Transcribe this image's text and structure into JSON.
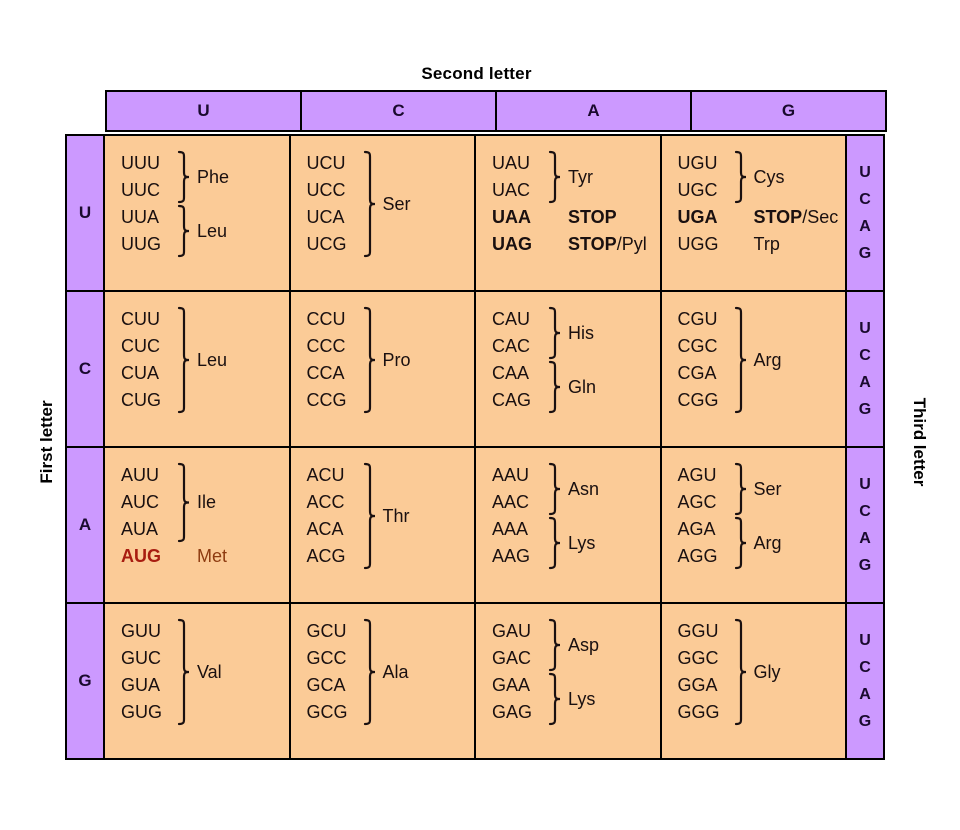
{
  "titles": {
    "second_letter": "Second letter",
    "first_letter": "First letter",
    "third_letter": "Third letter"
  },
  "colors": {
    "header_purple": "#cc99ff",
    "cell_orange": "#fbcb97",
    "border": "#000000",
    "start_codon_red": "#a81c10",
    "met_brown": "#8d3b10",
    "text": "#1a1010"
  },
  "second_letter_headers": [
    "U",
    "C",
    "A",
    "G"
  ],
  "first_letter_labels": [
    "U",
    "C",
    "A",
    "G"
  ],
  "third_letter_labels": [
    "U",
    "C",
    "A",
    "G"
  ],
  "rows": [
    {
      "first": "U",
      "cells": [
        {
          "second": "U",
          "groups": [
            {
              "type": "brace",
              "span": 2,
              "codons": [
                "UUU",
                "UUC"
              ],
              "amino_acid": "Phe"
            },
            {
              "type": "brace",
              "span": 2,
              "codons": [
                "UUA",
                "UUG"
              ],
              "amino_acid": "Leu"
            }
          ]
        },
        {
          "second": "C",
          "groups": [
            {
              "type": "brace",
              "span": 4,
              "codons": [
                "UCU",
                "UCC",
                "UCA",
                "UCG"
              ],
              "amino_acid": "Ser"
            }
          ]
        },
        {
          "second": "A",
          "groups": [
            {
              "type": "brace",
              "span": 2,
              "codons": [
                "UAU",
                "UAC"
              ],
              "amino_acid": "Tyr"
            },
            {
              "type": "single",
              "codon": "UAA",
              "codon_bold": true,
              "amino_acid": "STOP",
              "amino_acid_bold": true,
              "suffix": ""
            },
            {
              "type": "single",
              "codon": "UAG",
              "codon_bold": true,
              "amino_acid": "STOP",
              "amino_acid_bold": true,
              "suffix": "/Pyl"
            }
          ]
        },
        {
          "second": "G",
          "groups": [
            {
              "type": "brace",
              "span": 2,
              "codons": [
                "UGU",
                "UGC"
              ],
              "amino_acid": "Cys"
            },
            {
              "type": "single",
              "codon": "UGA",
              "codon_bold": true,
              "amino_acid": "STOP",
              "amino_acid_bold": true,
              "suffix": "/Sec"
            },
            {
              "type": "single",
              "codon": "UGG",
              "codon_bold": false,
              "amino_acid": "Trp",
              "amino_acid_bold": false,
              "suffix": ""
            }
          ]
        }
      ]
    },
    {
      "first": "C",
      "cells": [
        {
          "second": "U",
          "groups": [
            {
              "type": "brace",
              "span": 4,
              "codons": [
                "CUU",
                "CUC",
                "CUA",
                "CUG"
              ],
              "amino_acid": "Leu"
            }
          ]
        },
        {
          "second": "C",
          "groups": [
            {
              "type": "brace",
              "span": 4,
              "codons": [
                "CCU",
                "CCC",
                "CCA",
                "CCG"
              ],
              "amino_acid": "Pro"
            }
          ]
        },
        {
          "second": "A",
          "groups": [
            {
              "type": "brace",
              "span": 2,
              "codons": [
                "CAU",
                "CAC"
              ],
              "amino_acid": "His"
            },
            {
              "type": "brace",
              "span": 2,
              "codons": [
                "CAA",
                "CAG"
              ],
              "amino_acid": "Gln"
            }
          ]
        },
        {
          "second": "G",
          "groups": [
            {
              "type": "brace",
              "span": 4,
              "codons": [
                "CGU",
                "CGC",
                "CGA",
                "CGG"
              ],
              "amino_acid": "Arg"
            }
          ]
        }
      ]
    },
    {
      "first": "A",
      "cells": [
        {
          "second": "U",
          "groups": [
            {
              "type": "brace",
              "span": 3,
              "codons": [
                "AUU",
                "AUC",
                "AUA"
              ],
              "amino_acid": "Ile"
            },
            {
              "type": "single",
              "codon": "AUG",
              "codon_start": true,
              "amino_acid": "Met",
              "amino_acid_met": true,
              "suffix": ""
            }
          ]
        },
        {
          "second": "C",
          "groups": [
            {
              "type": "brace",
              "span": 4,
              "codons": [
                "ACU",
                "ACC",
                "ACA",
                "ACG"
              ],
              "amino_acid": "Thr"
            }
          ]
        },
        {
          "second": "A",
          "groups": [
            {
              "type": "brace",
              "span": 2,
              "codons": [
                "AAU",
                "AAC"
              ],
              "amino_acid": "Asn"
            },
            {
              "type": "brace",
              "span": 2,
              "codons": [
                "AAA",
                "AAG"
              ],
              "amino_acid": "Lys"
            }
          ]
        },
        {
          "second": "G",
          "groups": [
            {
              "type": "brace",
              "span": 2,
              "codons": [
                "AGU",
                "AGC"
              ],
              "amino_acid": "Ser"
            },
            {
              "type": "brace",
              "span": 2,
              "codons": [
                "AGA",
                "AGG"
              ],
              "amino_acid": "Arg"
            }
          ]
        }
      ]
    },
    {
      "first": "G",
      "cells": [
        {
          "second": "U",
          "groups": [
            {
              "type": "brace",
              "span": 4,
              "codons": [
                "GUU",
                "GUC",
                "GUA",
                "GUG"
              ],
              "amino_acid": "Val"
            }
          ]
        },
        {
          "second": "C",
          "groups": [
            {
              "type": "brace",
              "span": 4,
              "codons": [
                "GCU",
                "GCC",
                "GCA",
                "GCG"
              ],
              "amino_acid": "Ala"
            }
          ]
        },
        {
          "second": "A",
          "groups": [
            {
              "type": "brace",
              "span": 2,
              "codons": [
                "GAU",
                "GAC"
              ],
              "amino_acid": "Asp"
            },
            {
              "type": "brace",
              "span": 2,
              "codons": [
                "GAA",
                "GAG"
              ],
              "amino_acid": "Lys"
            }
          ]
        },
        {
          "second": "G",
          "groups": [
            {
              "type": "brace",
              "span": 4,
              "codons": [
                "GGU",
                "GGC",
                "GGA",
                "GGG"
              ],
              "amino_acid": "Gly"
            }
          ]
        }
      ]
    }
  ]
}
